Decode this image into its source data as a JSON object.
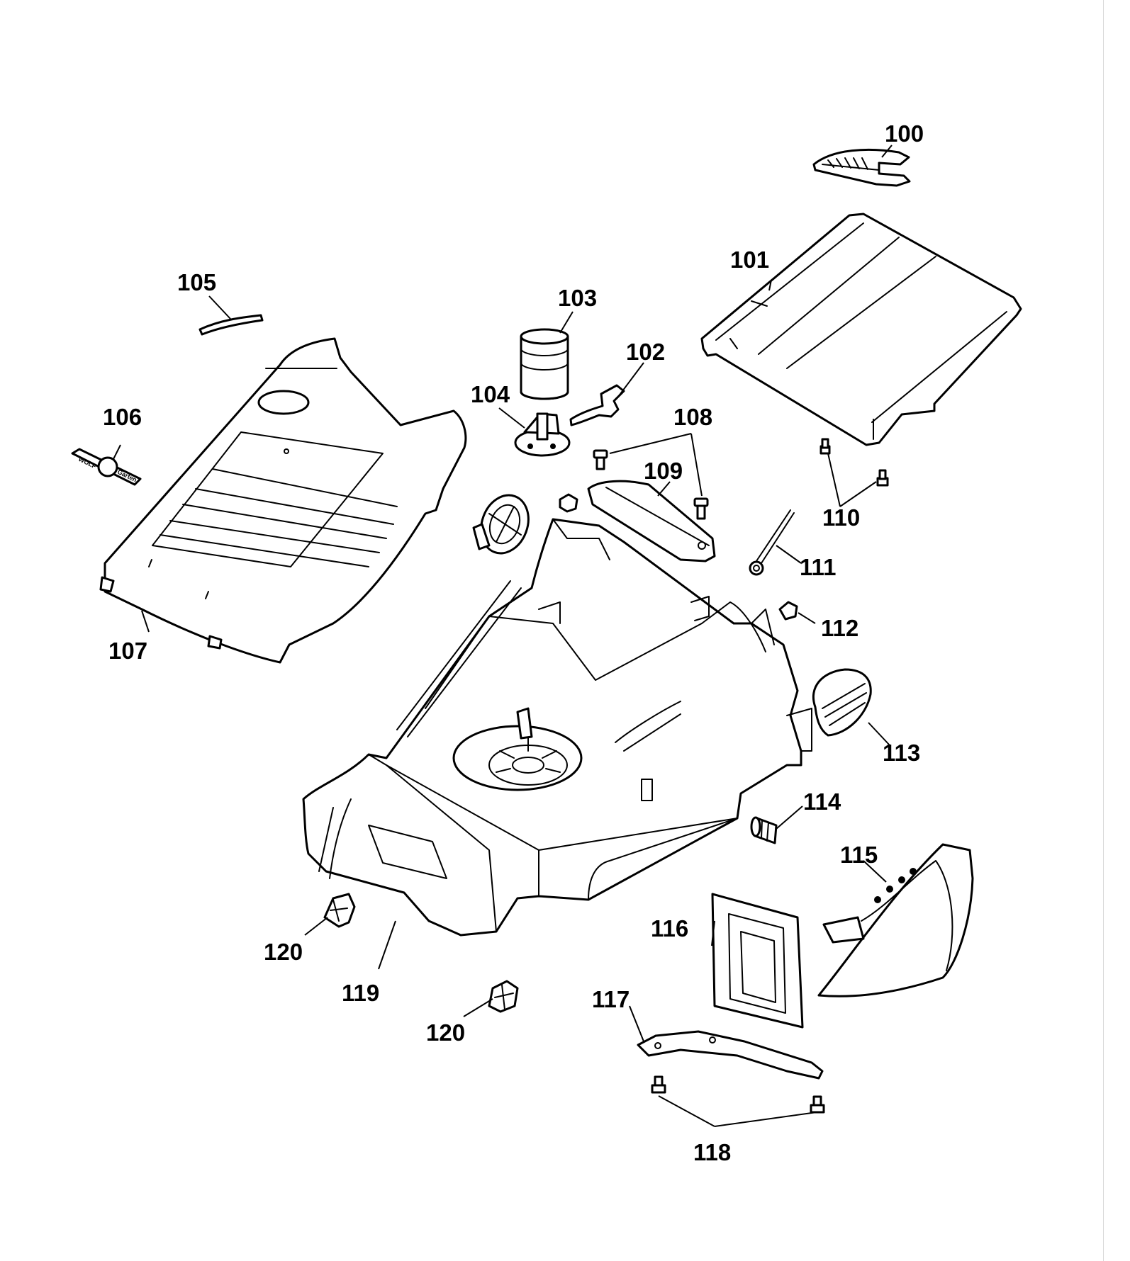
{
  "parts": [
    {
      "id": "100"
    },
    {
      "id": "101"
    },
    {
      "id": "102"
    },
    {
      "id": "103"
    },
    {
      "id": "104"
    },
    {
      "id": "105"
    },
    {
      "id": "106"
    },
    {
      "id": "107"
    },
    {
      "id": "108"
    },
    {
      "id": "109"
    },
    {
      "id": "110"
    },
    {
      "id": "111"
    },
    {
      "id": "112"
    },
    {
      "id": "113"
    },
    {
      "id": "114"
    },
    {
      "id": "115"
    },
    {
      "id": "116"
    },
    {
      "id": "117"
    },
    {
      "id": "118"
    },
    {
      "id": "119"
    },
    {
      "id": "120"
    },
    {
      "id": "120"
    }
  ],
  "logo_text": {
    "left": "WOLF",
    "right": "Garten"
  },
  "colors": {
    "line": "#000000",
    "background": "#ffffff"
  }
}
